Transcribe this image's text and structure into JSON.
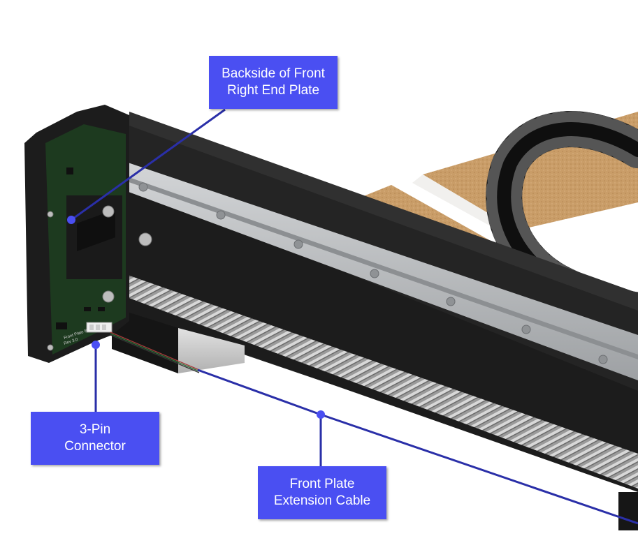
{
  "callouts": {
    "backside_plate": {
      "line1": "Backside of Front",
      "line2": "Right End Plate"
    },
    "pin_connector": {
      "line1": "3-Pin",
      "line2": "Connector"
    },
    "extension_cable": {
      "line1": "Front Plate",
      "line2": "Extension Cable"
    }
  },
  "pcb_text": {
    "line1": "Front Plate B",
    "line2": "Rev 3.0"
  },
  "colors": {
    "callout_fill": "#4a4ff2",
    "leader_line": "#2a2fa8",
    "frame": "#232323",
    "rail": "#b9bcbf",
    "board": "#c49a66",
    "pcb": "#1d3a1f"
  }
}
